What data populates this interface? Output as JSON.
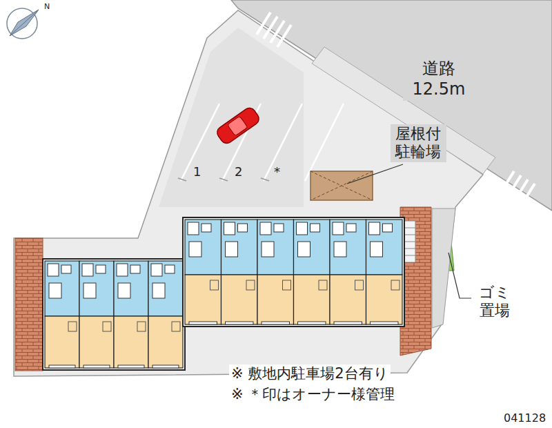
{
  "diagram": {
    "nodes": [
      {
        "text": [
          "道路 12.5m"
        ]
      }
    ],
    "labels": [
      "N",
      "1",
      "2",
      "*",
      "屋根付 駐輪場",
      "ゴミ 置場",
      "※ 敷地内駐車場2台有り",
      "※ ＊印はオーナー様管理",
      "041128"
    ]
  }
}
